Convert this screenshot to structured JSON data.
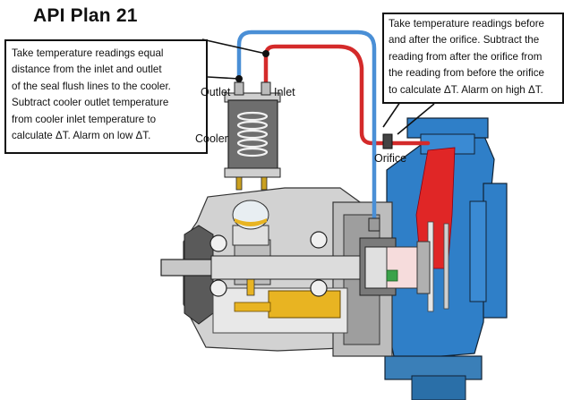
{
  "title": "API Plan 21",
  "callouts": {
    "left": {
      "lines": [
        "Take temperature readings equal",
        "distance from the inlet and outlet",
        "of the seal flush lines to the cooler.",
        "Subtract cooler outlet temperature",
        "from cooler inlet temperature to",
        "calculate ΔT. Alarm on low ΔT."
      ]
    },
    "right": {
      "lines": [
        "Take temperature readings before",
        "and after the orifice.  Subtract the",
        "reading from after the orifice from",
        "the reading from before the orifice",
        "to calculate ΔT. Alarm on high ΔT."
      ]
    }
  },
  "labels": {
    "outlet": "Outlet",
    "inlet": "Inlet",
    "cooler": "Cooler",
    "orifice": "Orifice"
  },
  "colors": {
    "hot_line": "#d42a2a",
    "cool_line": "#4a8fd6",
    "casing": "#2f7fc8",
    "hot_fluid": "#e02626",
    "frame": "#d2d2d2",
    "oil": "#e8b422"
  }
}
